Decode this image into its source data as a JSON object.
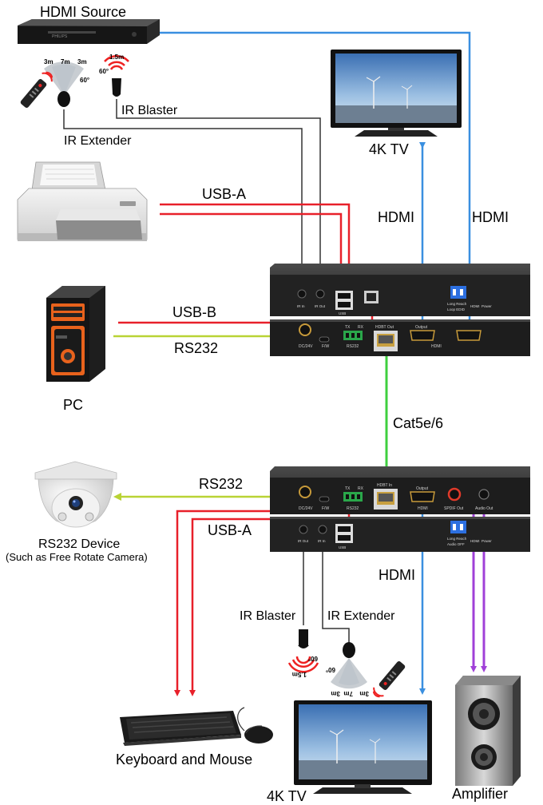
{
  "labels": {
    "hdmi_source": "HDMI Source",
    "ir_blaster_top": "IR Blaster",
    "ir_extender_top": "IR Extender",
    "tv_top": "4K TV",
    "usb_a_top": "USB-A",
    "hdmi_left": "HDMI",
    "hdmi_right": "HDMI",
    "usb_b": "USB-B",
    "rs232_top": "RS232",
    "pc": "PC",
    "cat": "Cat5e/6",
    "rs232_bottom": "RS232",
    "rs232_device": "RS232 Device",
    "rs232_device_note": "(Such as Free Rotate Camera)",
    "usb_a_bottom": "USB-A",
    "hdmi_bottom": "HDMI",
    "ir_blaster_bottom": "IR Blaster",
    "ir_extender_bottom": "IR Extender",
    "keyboard_mouse": "Keyboard and Mouse",
    "tv_bottom": "4K TV",
    "amplifier": "Amplifier"
  },
  "ir_ranges": {
    "extender": [
      "3m",
      "7m",
      "3m"
    ],
    "extender_angle": "60°",
    "blaster_range": "1.5m",
    "blaster_angle": "60°"
  },
  "transmitter_ports": {
    "top": [
      "IR In",
      "IR Out",
      "USB",
      "Long Reach",
      "Loop EDID",
      "HDMI",
      "Power"
    ],
    "bottom": [
      "DC/24V",
      "F/W",
      "TX",
      "RX",
      "RS232",
      "HDBT Out",
      "Output",
      "HDMI"
    ]
  },
  "receiver_ports": {
    "top": [
      "DC/24V",
      "F/W",
      "TX",
      "RX",
      "RS232",
      "HDBT In",
      "Output",
      "HDMI",
      "SPDIF Out",
      "Audio Out"
    ],
    "bottom": [
      "IR Out",
      "IR In",
      "USB",
      "Long Reach",
      "Audio OFF",
      "HDMI",
      "Power"
    ]
  },
  "colors": {
    "hdmi": "#3a8fe0",
    "usb": "#e8202a",
    "rs232": "#b9d335",
    "cat": "#3fcf3f",
    "audio": "#a040d8",
    "ir": "#333333"
  },
  "icons": [
    "dvd-player-icon",
    "remote-icon",
    "ir-extender-icon",
    "ir-blaster-icon",
    "tv-icon",
    "printer-icon",
    "pc-tower-icon",
    "dome-camera-icon",
    "keyboard-icon",
    "mouse-icon",
    "speaker-icon"
  ]
}
